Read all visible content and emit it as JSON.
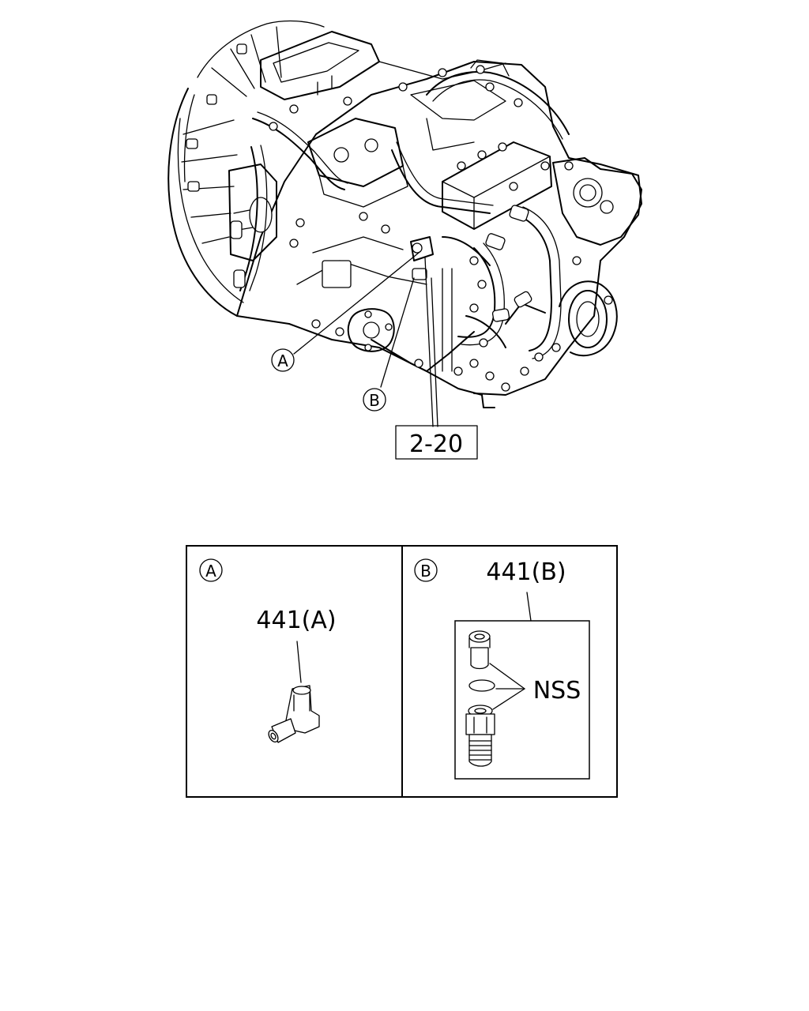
{
  "diagram": {
    "callouts": {
      "a": "A",
      "b": "B"
    },
    "reference": "2-20",
    "detail_a": {
      "label": "A",
      "part": "441(A)"
    },
    "detail_b": {
      "label": "B",
      "part": "441(B)",
      "note": "NSS"
    }
  }
}
